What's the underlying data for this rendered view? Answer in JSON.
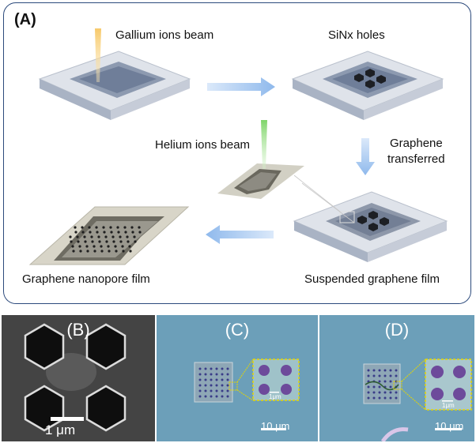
{
  "panel_a": {
    "label": "(A)",
    "gallium_label": "Gallium ions beam",
    "sinx_label": "SiNx holes",
    "helium_label": "Helium ions beam",
    "graphene_transferred_line1": "Graphene",
    "graphene_transferred_line2": "transferred",
    "nanopore_label": "Graphene nanopore film",
    "suspended_label": "Suspended graphene film"
  },
  "panel_b": {
    "label": "(B)",
    "scale": "1 μm"
  },
  "panel_c": {
    "label": "(C)",
    "scale": "10 μm",
    "inset_scale": "1μm"
  },
  "panel_d": {
    "label": "(D)",
    "scale": "10 μm",
    "inset_scale": "1μm"
  },
  "colors": {
    "border": "#2c4a7c",
    "arrow": "#9fc3ee",
    "inset_border": "#e6d600"
  }
}
